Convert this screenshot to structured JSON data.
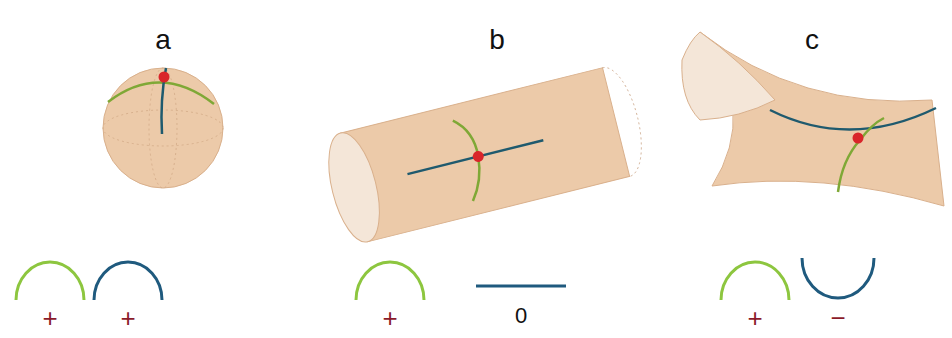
{
  "diagram": {
    "labels": [
      "a",
      "b",
      "c",
      "+",
      "+",
      "+",
      "0",
      "+",
      "−"
    ]
  }
}
